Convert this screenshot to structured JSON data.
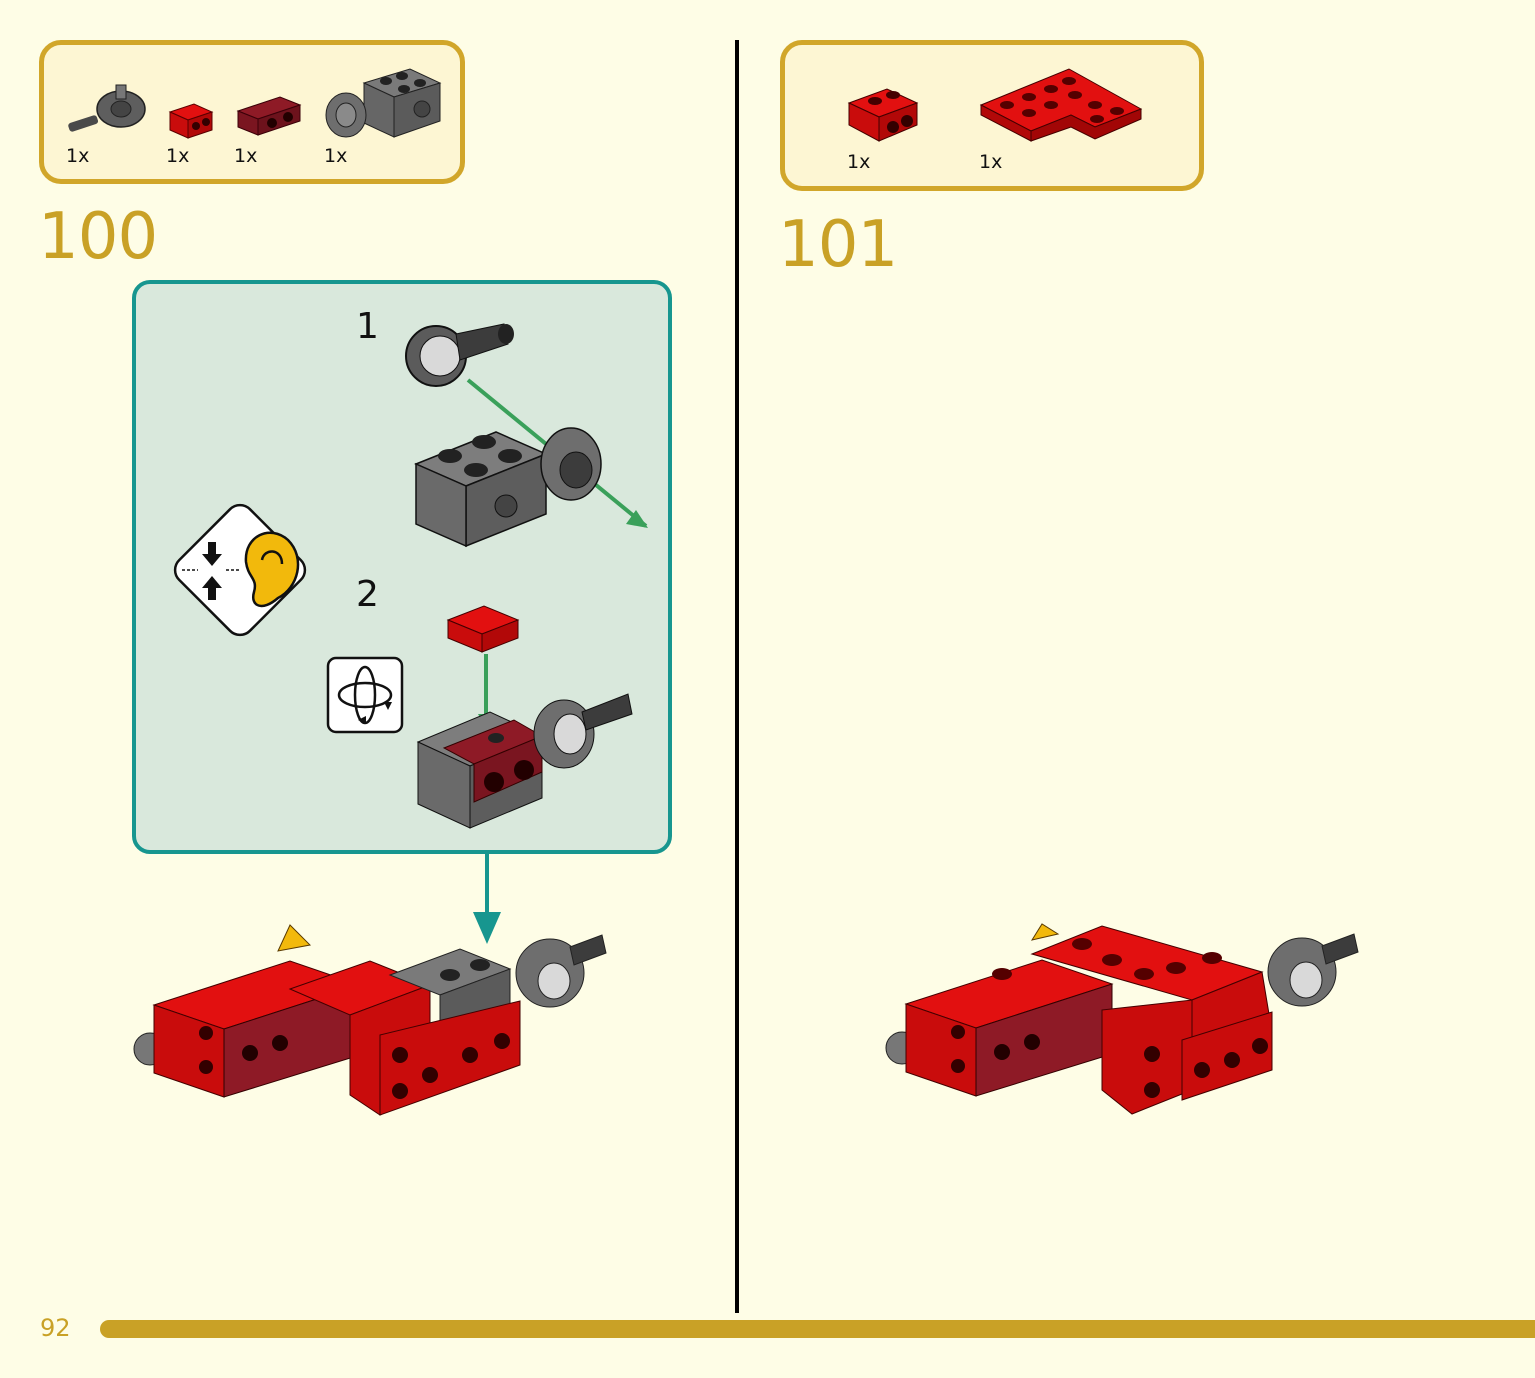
{
  "steps": [
    {
      "number": "100",
      "parts": [
        {
          "qty": "1x",
          "icon": "grey-rotation-joint-piece-icon"
        },
        {
          "qty": "1x",
          "icon": "red-bracket-plate-icon"
        },
        {
          "qty": "1x",
          "icon": "dark-red-bracket-plate-icon"
        },
        {
          "qty": "1x",
          "icon": "grey-brick-with-socket-icon"
        }
      ],
      "substeps": [
        {
          "number": "1"
        },
        {
          "number": "2"
        }
      ],
      "callouts": [
        "click-sound-ear-icon",
        "rotate-model-icon"
      ]
    },
    {
      "number": "101",
      "parts": [
        {
          "qty": "1x",
          "icon": "red-bracket-plate-icon"
        },
        {
          "qty": "1x",
          "icon": "red-corner-plate-icon"
        }
      ]
    }
  ],
  "page": {
    "number": "92"
  },
  "colors": {
    "background": "#fefde6",
    "accent": "#c9a126",
    "panel_border": "#17968f",
    "panel_fill": "#d9e8dc",
    "brick_red": "#d40b0b",
    "brick_dark_red": "#7a1520",
    "brick_grey": "#6b6b6b",
    "arrow_green": "#3aa05a"
  }
}
